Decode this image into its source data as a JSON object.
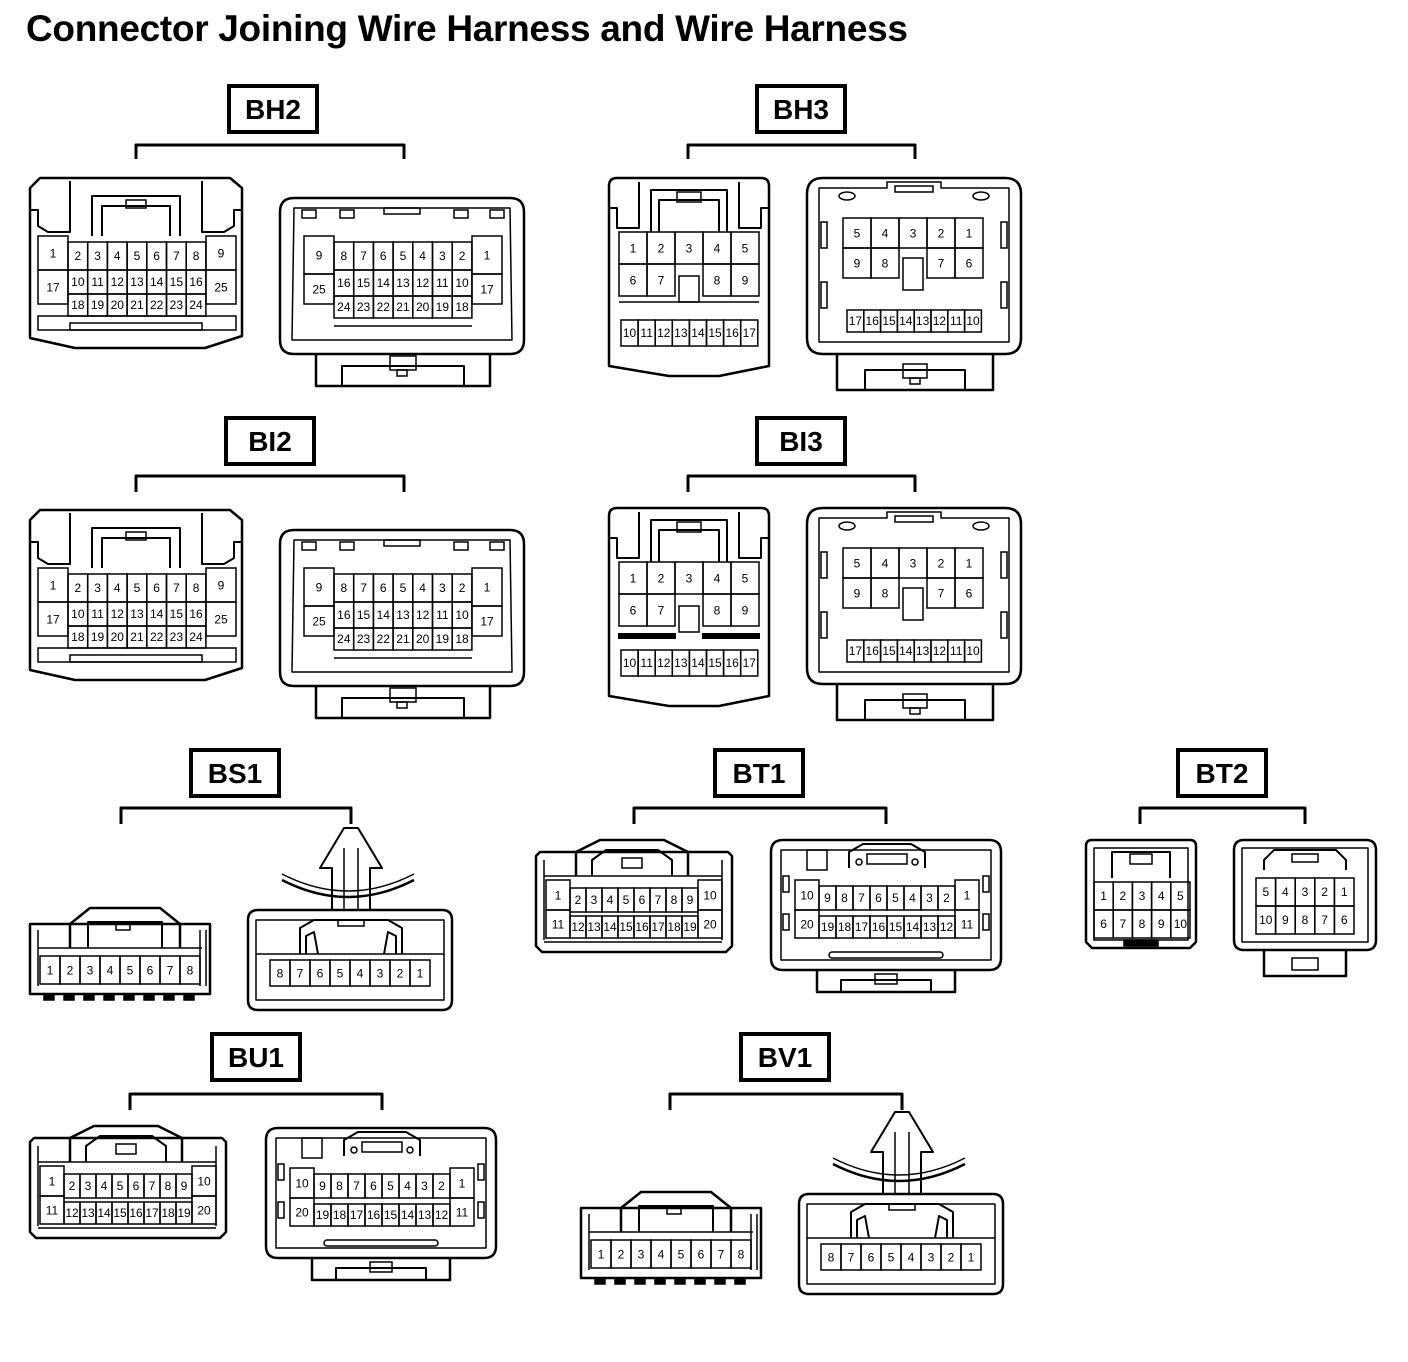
{
  "title": "Connector Joining Wire Harness and Wire Harness",
  "colors": {
    "line": "#000000",
    "background": "#ffffff"
  },
  "connectors": [
    {
      "label": "BH2",
      "views": [
        [
          [
            "1",
            "2",
            "3",
            "4",
            "5",
            "6",
            "7",
            "8",
            "9"
          ],
          [
            "17",
            "10",
            "11",
            "12",
            "13",
            "14",
            "15",
            "16",
            "25"
          ],
          [
            "18",
            "19",
            "20",
            "21",
            "22",
            "23",
            "24"
          ]
        ],
        [
          [
            "9",
            "8",
            "7",
            "6",
            "5",
            "4",
            "3",
            "2",
            "1"
          ],
          [
            "25",
            "16",
            "15",
            "14",
            "13",
            "12",
            "11",
            "10",
            "17"
          ],
          [
            "24",
            "23",
            "22",
            "21",
            "20",
            "19",
            "18"
          ]
        ]
      ]
    },
    {
      "label": "BH3",
      "views": [
        [
          [
            "1",
            "2",
            "3",
            "4",
            "5"
          ],
          [
            "6",
            "7",
            "8",
            "9"
          ],
          [
            "10",
            "11",
            "12",
            "13",
            "14",
            "15",
            "16",
            "17"
          ]
        ],
        [
          [
            "5",
            "4",
            "3",
            "2",
            "1"
          ],
          [
            "9",
            "8",
            "7",
            "6"
          ],
          [
            "17",
            "16",
            "15",
            "14",
            "13",
            "12",
            "11",
            "10"
          ]
        ]
      ]
    },
    {
      "label": "BI2",
      "views": [
        [
          [
            "1",
            "2",
            "3",
            "4",
            "5",
            "6",
            "7",
            "8",
            "9"
          ],
          [
            "17",
            "10",
            "11",
            "12",
            "13",
            "14",
            "15",
            "16",
            "25"
          ],
          [
            "18",
            "19",
            "20",
            "21",
            "22",
            "23",
            "24"
          ]
        ],
        [
          [
            "9",
            "8",
            "7",
            "6",
            "5",
            "4",
            "3",
            "2",
            "1"
          ],
          [
            "25",
            "16",
            "15",
            "14",
            "13",
            "12",
            "11",
            "10",
            "17"
          ],
          [
            "24",
            "23",
            "22",
            "21",
            "20",
            "19",
            "18"
          ]
        ]
      ]
    },
    {
      "label": "BI3",
      "views": [
        [
          [
            "1",
            "2",
            "3",
            "4",
            "5"
          ],
          [
            "6",
            "7",
            "8",
            "9"
          ],
          [
            "10",
            "11",
            "12",
            "13",
            "14",
            "15",
            "16",
            "17"
          ]
        ],
        [
          [
            "5",
            "4",
            "3",
            "2",
            "1"
          ],
          [
            "9",
            "8",
            "7",
            "6"
          ],
          [
            "17",
            "16",
            "15",
            "14",
            "13",
            "12",
            "11",
            "10"
          ]
        ]
      ]
    },
    {
      "label": "BS1",
      "views": [
        [
          [
            "1",
            "2",
            "3",
            "4",
            "5",
            "6",
            "7",
            "8"
          ]
        ],
        [
          [
            "8",
            "7",
            "6",
            "5",
            "4",
            "3",
            "2",
            "1"
          ]
        ]
      ]
    },
    {
      "label": "BT1",
      "views": [
        [
          [
            "1",
            "2",
            "3",
            "4",
            "5",
            "6",
            "7",
            "8",
            "9",
            "10"
          ],
          [
            "11",
            "12",
            "13",
            "14",
            "15",
            "16",
            "17",
            "18",
            "19",
            "20"
          ]
        ],
        [
          [
            "10",
            "9",
            "8",
            "7",
            "6",
            "5",
            "4",
            "3",
            "2",
            "1"
          ],
          [
            "20",
            "19",
            "18",
            "17",
            "16",
            "15",
            "14",
            "13",
            "12",
            "11"
          ]
        ]
      ]
    },
    {
      "label": "BT2",
      "views": [
        [
          [
            "1",
            "2",
            "3",
            "4",
            "5"
          ],
          [
            "6",
            "7",
            "8",
            "9",
            "10"
          ]
        ],
        [
          [
            "5",
            "4",
            "3",
            "2",
            "1"
          ],
          [
            "10",
            "9",
            "8",
            "7",
            "6"
          ]
        ]
      ]
    },
    {
      "label": "BU1",
      "views": [
        [
          [
            "1",
            "2",
            "3",
            "4",
            "5",
            "6",
            "7",
            "8",
            "9",
            "10"
          ],
          [
            "11",
            "12",
            "13",
            "14",
            "15",
            "16",
            "17",
            "18",
            "19",
            "20"
          ]
        ],
        [
          [
            "10",
            "9",
            "8",
            "7",
            "6",
            "5",
            "4",
            "3",
            "2",
            "1"
          ],
          [
            "20",
            "19",
            "18",
            "17",
            "16",
            "15",
            "14",
            "13",
            "12",
            "11"
          ]
        ]
      ]
    },
    {
      "label": "BV1",
      "views": [
        [
          [
            "1",
            "2",
            "3",
            "4",
            "5",
            "6",
            "7",
            "8"
          ]
        ],
        [
          [
            "8",
            "7",
            "6",
            "5",
            "4",
            "3",
            "2",
            "1"
          ]
        ]
      ]
    }
  ]
}
